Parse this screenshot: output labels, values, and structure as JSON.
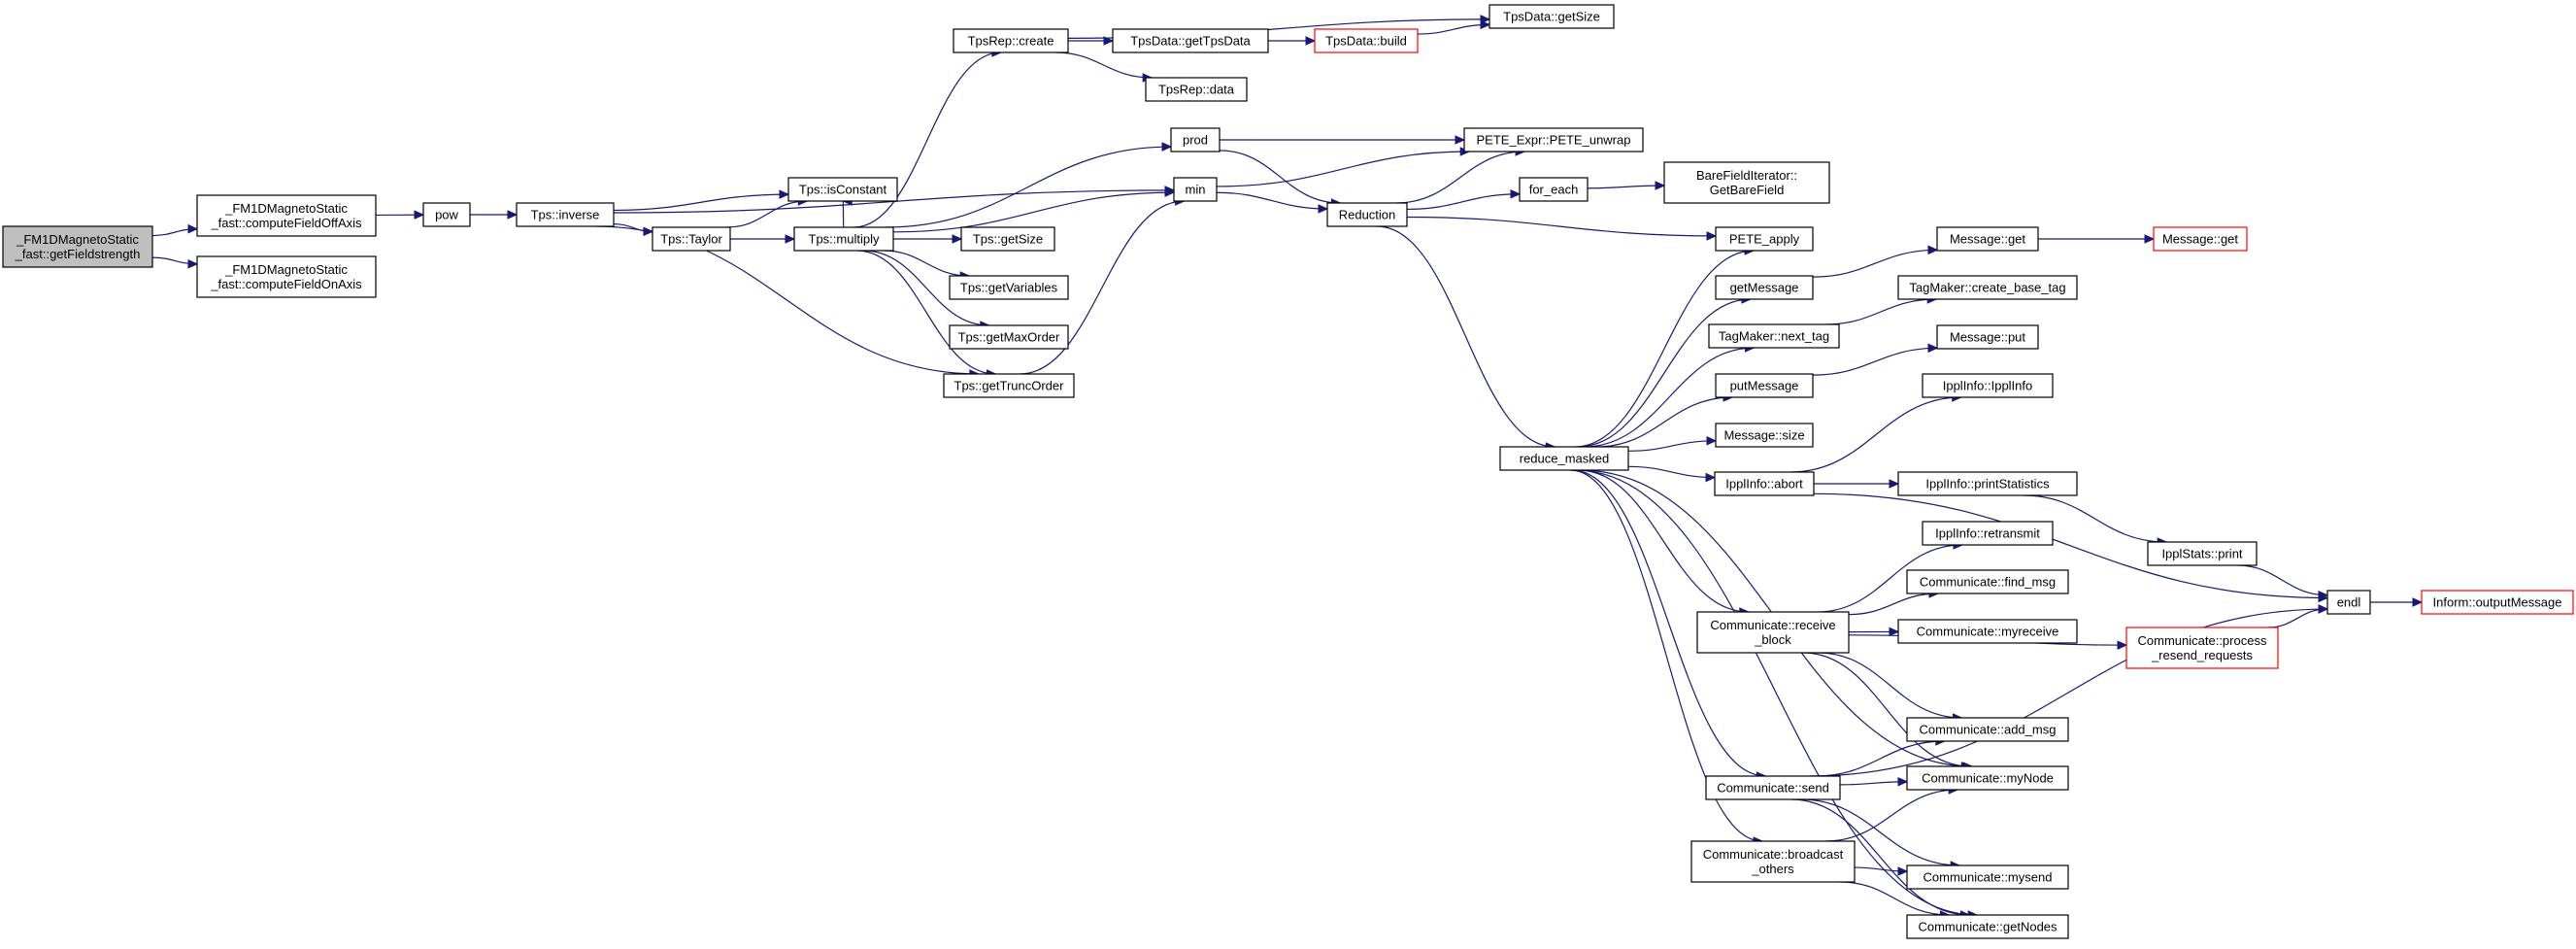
{
  "diagram": {
    "nodes": [
      {
        "id": "root",
        "lines": [
          "_FM1DMagnetoStatic",
          "_fast::getFieldstrength"
        ],
        "style": "selected"
      },
      {
        "id": "offaxis",
        "lines": [
          "_FM1DMagnetoStatic",
          "_fast::computeFieldOffAxis"
        ]
      },
      {
        "id": "onaxis",
        "lines": [
          "_FM1DMagnetoStatic",
          "_fast::computeFieldOnAxis"
        ]
      },
      {
        "id": "pow",
        "lines": [
          "pow"
        ]
      },
      {
        "id": "inverse",
        "lines": [
          "Tps::inverse"
        ]
      },
      {
        "id": "taylor",
        "lines": [
          "Tps::Taylor"
        ]
      },
      {
        "id": "isconst",
        "lines": [
          "Tps::isConstant"
        ]
      },
      {
        "id": "multiply",
        "lines": [
          "Tps::multiply"
        ]
      },
      {
        "id": "tpsrepcreate",
        "lines": [
          "TpsRep::create"
        ]
      },
      {
        "id": "gettpsdata",
        "lines": [
          "TpsData::getTpsData"
        ]
      },
      {
        "id": "tpsbuild",
        "lines": [
          "TpsData::build"
        ],
        "style": "truncated"
      },
      {
        "id": "tpsdatagetsize",
        "lines": [
          "TpsData::getSize"
        ]
      },
      {
        "id": "tpsrepdata",
        "lines": [
          "TpsRep::data"
        ]
      },
      {
        "id": "prod",
        "lines": [
          "prod"
        ]
      },
      {
        "id": "min",
        "lines": [
          "min"
        ]
      },
      {
        "id": "tpsgetsize",
        "lines": [
          "Tps::getSize"
        ]
      },
      {
        "id": "getvars",
        "lines": [
          "Tps::getVariables"
        ]
      },
      {
        "id": "getmaxorder",
        "lines": [
          "Tps::getMaxOrder"
        ]
      },
      {
        "id": "gettrunc",
        "lines": [
          "Tps::getTruncOrder"
        ]
      },
      {
        "id": "reduction",
        "lines": [
          "Reduction"
        ]
      },
      {
        "id": "unwrap",
        "lines": [
          "PETE_Expr::PETE_unwrap"
        ]
      },
      {
        "id": "foreach",
        "lines": [
          "for_each"
        ]
      },
      {
        "id": "bare",
        "lines": [
          "BareFieldIterator::",
          "GetBareField"
        ]
      },
      {
        "id": "peteapply",
        "lines": [
          "PETE_apply"
        ]
      },
      {
        "id": "reducemasked",
        "lines": [
          "reduce_masked"
        ]
      },
      {
        "id": "getmessage",
        "lines": [
          "getMessage"
        ]
      },
      {
        "id": "messageget",
        "lines": [
          "Message::get"
        ]
      },
      {
        "id": "messageget2",
        "lines": [
          "Message::get"
        ],
        "style": "truncated"
      },
      {
        "id": "nexttag",
        "lines": [
          "TagMaker::next_tag"
        ]
      },
      {
        "id": "createbasetag",
        "lines": [
          "TagMaker::create_base_tag"
        ]
      },
      {
        "id": "putmessage",
        "lines": [
          "putMessage"
        ]
      },
      {
        "id": "messageput",
        "lines": [
          "Message::put"
        ]
      },
      {
        "id": "messagesize",
        "lines": [
          "Message::size"
        ]
      },
      {
        "id": "ipplinfoctor",
        "lines": [
          "IpplInfo::IpplInfo"
        ]
      },
      {
        "id": "abort",
        "lines": [
          "IpplInfo::abort"
        ]
      },
      {
        "id": "printstats",
        "lines": [
          "IpplInfo::printStatistics"
        ]
      },
      {
        "id": "ipplstatsprint",
        "lines": [
          "IpplStats::print"
        ]
      },
      {
        "id": "endl",
        "lines": [
          "endl"
        ]
      },
      {
        "id": "outputmessage",
        "lines": [
          "Inform::outputMessage"
        ],
        "style": "truncated"
      },
      {
        "id": "retransmit",
        "lines": [
          "IpplInfo::retransmit"
        ]
      },
      {
        "id": "findmsg",
        "lines": [
          "Communicate::find_msg"
        ]
      },
      {
        "id": "receiveblock",
        "lines": [
          "Communicate::receive",
          "_block"
        ]
      },
      {
        "id": "myreceive",
        "lines": [
          "Communicate::myreceive"
        ]
      },
      {
        "id": "resend",
        "lines": [
          "Communicate::process",
          "_resend_requests"
        ],
        "style": "truncated"
      },
      {
        "id": "addmsg",
        "lines": [
          "Communicate::add_msg"
        ]
      },
      {
        "id": "mynode",
        "lines": [
          "Communicate::myNode"
        ]
      },
      {
        "id": "send",
        "lines": [
          "Communicate::send"
        ]
      },
      {
        "id": "broadcast",
        "lines": [
          "Communicate::broadcast",
          "_others"
        ]
      },
      {
        "id": "mysend",
        "lines": [
          "Communicate::mysend"
        ]
      },
      {
        "id": "getnodes",
        "lines": [
          "Communicate::getNodes"
        ]
      }
    ],
    "edges": [
      [
        "root",
        "offaxis"
      ],
      [
        "root",
        "onaxis"
      ],
      [
        "offaxis",
        "pow"
      ],
      [
        "pow",
        "inverse"
      ],
      [
        "inverse",
        "min"
      ],
      [
        "inverse",
        "isconst"
      ],
      [
        "inverse",
        "taylor"
      ],
      [
        "inverse",
        "gettrunc"
      ],
      [
        "taylor",
        "isconst"
      ],
      [
        "taylor",
        "multiply"
      ],
      [
        "multiply",
        "tpsrepcreate"
      ],
      [
        "multiply",
        "prod"
      ],
      [
        "multiply",
        "min"
      ],
      [
        "multiply",
        "tpsgetsize"
      ],
      [
        "multiply",
        "getvars"
      ],
      [
        "multiply",
        "getmaxorder"
      ],
      [
        "multiply",
        "gettrunc"
      ],
      [
        "multiply",
        "isconst"
      ],
      [
        "tpsrepcreate",
        "tpsdatagetsize"
      ],
      [
        "tpsrepcreate",
        "gettpsdata"
      ],
      [
        "tpsrepcreate",
        "tpsrepdata"
      ],
      [
        "gettpsdata",
        "tpsbuild"
      ],
      [
        "tpsbuild",
        "tpsdatagetsize"
      ],
      [
        "prod",
        "unwrap"
      ],
      [
        "prod",
        "reduction"
      ],
      [
        "gettrunc",
        "min"
      ],
      [
        "min",
        "unwrap"
      ],
      [
        "min",
        "reduction"
      ],
      [
        "reduction",
        "unwrap"
      ],
      [
        "reduction",
        "foreach"
      ],
      [
        "reduction",
        "peteapply"
      ],
      [
        "reduction",
        "reducemasked"
      ],
      [
        "foreach",
        "bare"
      ],
      [
        "reducemasked",
        "peteapply"
      ],
      [
        "reducemasked",
        "getmessage"
      ],
      [
        "reducemasked",
        "nexttag"
      ],
      [
        "reducemasked",
        "putmessage"
      ],
      [
        "reducemasked",
        "messagesize"
      ],
      [
        "reducemasked",
        "abort"
      ],
      [
        "reducemasked",
        "receiveblock"
      ],
      [
        "reducemasked",
        "mynode"
      ],
      [
        "reducemasked",
        "send"
      ],
      [
        "reducemasked",
        "broadcast"
      ],
      [
        "reducemasked",
        "getnodes"
      ],
      [
        "getmessage",
        "messageget"
      ],
      [
        "messageget",
        "messageget2"
      ],
      [
        "nexttag",
        "createbasetag"
      ],
      [
        "putmessage",
        "messageput"
      ],
      [
        "abort",
        "ipplinfoctor"
      ],
      [
        "abort",
        "printstats"
      ],
      [
        "abort",
        "endl"
      ],
      [
        "printstats",
        "ipplstatsprint"
      ],
      [
        "ipplstatsprint",
        "endl"
      ],
      [
        "endl",
        "outputmessage"
      ],
      [
        "receiveblock",
        "retransmit"
      ],
      [
        "receiveblock",
        "findmsg"
      ],
      [
        "receiveblock",
        "myreceive"
      ],
      [
        "receiveblock",
        "resend"
      ],
      [
        "receiveblock",
        "addmsg"
      ],
      [
        "receiveblock",
        "mynode"
      ],
      [
        "resend",
        "endl"
      ],
      [
        "send",
        "addmsg"
      ],
      [
        "send",
        "mynode"
      ],
      [
        "send",
        "endl"
      ],
      [
        "send",
        "mysend"
      ],
      [
        "send",
        "getnodes"
      ],
      [
        "broadcast",
        "mynode"
      ],
      [
        "broadcast",
        "mysend"
      ],
      [
        "broadcast",
        "getnodes"
      ]
    ]
  }
}
